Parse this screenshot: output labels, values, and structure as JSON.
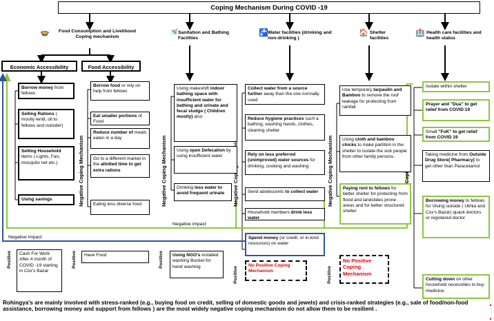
{
  "title": "Coping  Mechanism During COVID -19",
  "categories": {
    "food": "Food Consumption and Livelihood Coping mechanism",
    "sanitation": "Sanitation  and Bathing Facilities",
    "water": "Water facilities (drinking and non-drinking )",
    "shelter": "Shelter facilities",
    "health": "Health care facilities and health status"
  },
  "sub": {
    "economic": "Economic Accessibility",
    "food_access": "Food Accessibility"
  },
  "labels": {
    "negative": "Negative Coping Mechanism",
    "positive": "Positive",
    "negative_impact": "Negative impact"
  },
  "economic_negative": [
    {
      "b": "Borrow money",
      "t": " from fellows"
    },
    {
      "b": "Selling Rations",
      "t": " ( mostly lentil, oil to fellows and outsider)"
    },
    {
      "b": "Selling Household",
      "t": " items ( Lights, Fan, mosquito net etc.)"
    },
    {
      "b": "Using savings",
      "t": ""
    }
  ],
  "economic_positive": "Cash For Work After 4 month of COVID -19 starting in Cox's Bazar",
  "food_negative": [
    {
      "b": "Borrow food",
      "t": " or rely on help from fellows"
    },
    {
      "b": "Eat smaller portions",
      "t": " of Food"
    },
    {
      "b": "Reduce number of",
      "t": " meals eaten in a day"
    },
    {
      "pre": "Go to a different market in the ",
      "b": "allotted time to get extra rations",
      "t": ""
    },
    {
      "b": "",
      "t": "Eating less diverse food"
    }
  ],
  "food_positive": "Have  Food",
  "sanitation_negative": [
    {
      "pre": "Using makeshift ",
      "b": "indoor bathing space with insufficient water for bathing and urinate and fecal sludge ( Children mostly)",
      "t": " also"
    },
    {
      "pre": "Using ",
      "b": "open Defecation",
      "t": " by using insufficient water"
    },
    {
      "pre": "Drinking ",
      "b": "less water to avoid frequent urinate",
      "t": ""
    }
  ],
  "sanitation_positive": {
    "b": "Using NGO's",
    "t": " installed washing Bucket for hand washing"
  },
  "water_negative": [
    {
      "b": "Collect water from a source further",
      "t": " away than the one normally used"
    },
    {
      "b": "Reduce hygiene practices",
      "t": " such a bathing, washing hands, clothes, cleaning shelter"
    },
    {
      "b": "Rely on less preferred (unimproved) water sources",
      "t": " for drinking, cooking and washing"
    },
    {
      "pre": "Send adolescents ",
      "b": "to collect water",
      "t": ""
    },
    {
      "pre": "Household members ",
      "b": "drink less  water",
      "t": ""
    },
    {
      "b": "Spend money",
      "t": " (or credit, or in-kind resources) on water"
    }
  ],
  "water_positive": "No Positive Coping Mechanism",
  "shelter_negative": [
    {
      "pre": "Use temporary ",
      "b": "tarpaulin and Bamboo",
      "t": " to remove the roof leakage for protecting from rainfall"
    },
    {
      "pre": "Using ",
      "b": "cloth and bamboo chicks",
      "t": " to make partition in the shelter  to isolate the sick people from other family persons."
    },
    {
      "b": "Paying rent to fellows",
      "t": " for better shelter for protecting from flood and landslides  prone areas and for better structured shelter"
    }
  ],
  "shelter_positive": "No Positive Coping Mechanism",
  "health_negative": [
    {
      "b": "",
      "t": "Isolate within shelter"
    },
    {
      "b": "Prayer and \"Dua\" to get relief from COVID 19",
      "t": ""
    },
    {
      "pre": "Small ",
      "b": "\"FuK\" to get relief from COVID 19",
      "t": ""
    },
    {
      "pre": "Taking medicine from ",
      "b": "Outside Drug Store( Pharmacy)",
      "t": " to get other than Paracetamol"
    },
    {
      "b": "Borrowing money",
      "t": " to fellows for Vising outside ( Ukhia and Cox's Bazar) quack doctors or registered doctor"
    },
    {
      "b": "Cutting down",
      "t": " on other household necessities to buy medicine."
    }
  ],
  "footer": "Rohingya's are  mainly  involved with stress-ranked (e.g., buying food on credit, selling of domestic goods and jewels) and crisis-ranked  strategies (e.g., sale of food/non-food assistance, borrowing money and support from fellows ) are the most widely negative coping mechanism  do not allow them  to  be resilient .",
  "colors": {
    "green": "#8dc63f",
    "blue": "#2f5597",
    "red": "#e00000"
  }
}
